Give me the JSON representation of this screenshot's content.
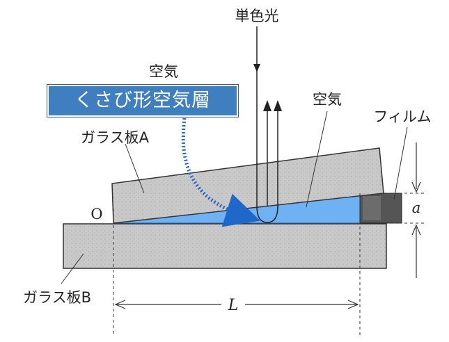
{
  "labels": {
    "light": "単色光",
    "air_left": "空気",
    "air_right": "空気",
    "film": "フィルム",
    "glass_a": "ガラス板A",
    "glass_b": "ガラス板B",
    "origin": "O",
    "thickness": "a",
    "length": "L"
  },
  "callout": {
    "text": "くさび形空気層",
    "color": "#3f7fbf"
  },
  "colors": {
    "glass": "#c8c8c8",
    "air_wedge": "#6fb2f4",
    "film": "#555555",
    "arrow": "#1f67c9"
  }
}
